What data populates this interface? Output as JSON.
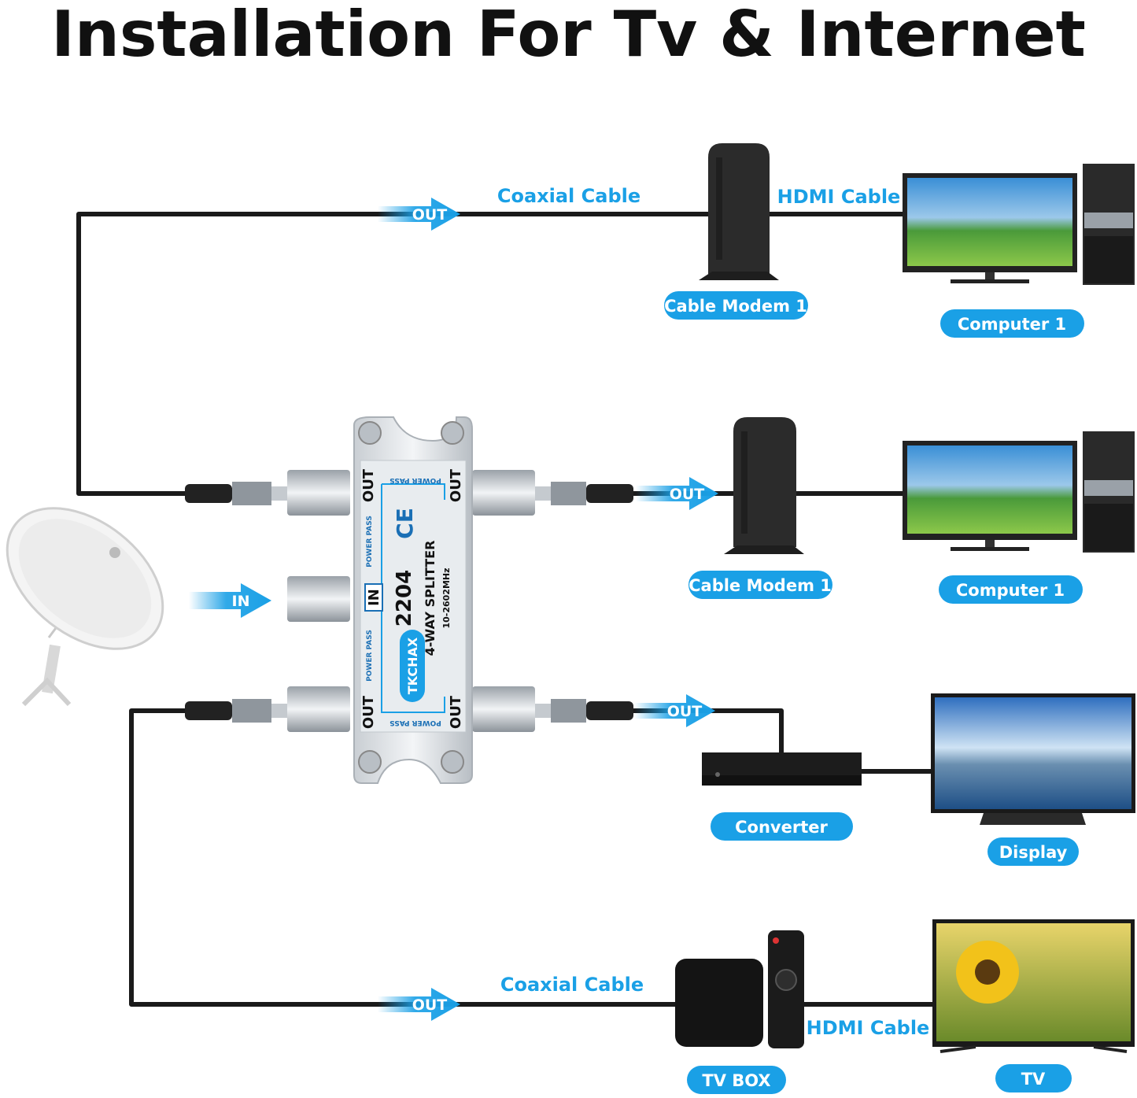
{
  "title": "Installation For Tv & Internet",
  "labels": {
    "coaxial_top": "Coaxial Cable",
    "hdmi_top": "HDMI Cable",
    "coaxial_bottom": "Coaxial Cable",
    "hdmi_bottom": "HDMI Cable",
    "out": "OUT",
    "in": "IN"
  },
  "devices": {
    "modem_1": "Cable Modem 1",
    "computer_1": "Computer 1",
    "modem_2": "Cable Modem 1",
    "computer_2": "Computer 1",
    "converter": "Converter",
    "display": "Display",
    "tv_box": "TV BOX",
    "tv": "TV"
  },
  "splitter": {
    "brand": "TKCHAX",
    "model": "2204",
    "type": "4-WAY SPLITTER",
    "freq": "10-2602MHz",
    "port_in": "IN",
    "port_out": "OUT",
    "power_pass": "POWER PASS",
    "ce": "CE"
  },
  "colors": {
    "accent": "#1aa0e6",
    "cable": "#1a1a1a"
  }
}
